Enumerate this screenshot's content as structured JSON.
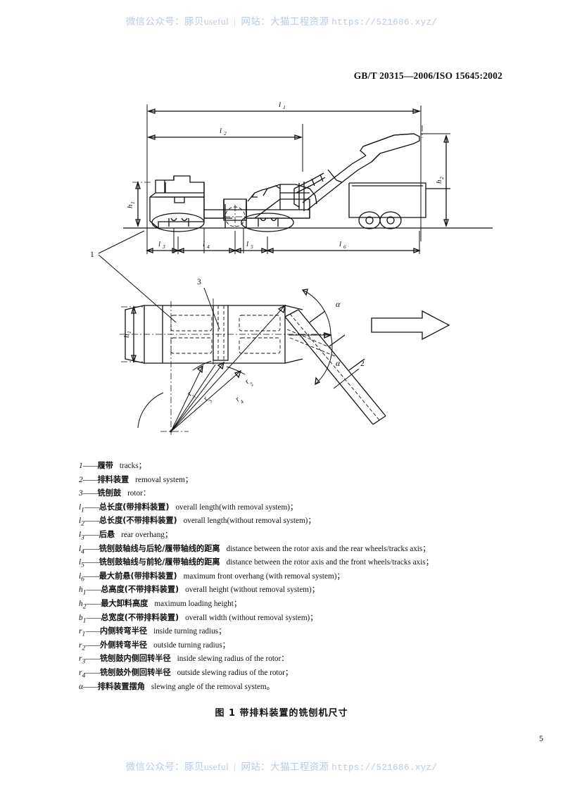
{
  "watermark": {
    "wechat_label": "微信公众号：豚贝useful",
    "separator": "|",
    "site_label": "网站：大猫工程资源",
    "url": "https://521686.xyz/"
  },
  "header": {
    "standard_code": "GB/T  20315—2006/ISO  15645:2002"
  },
  "figure": {
    "dimension_labels": {
      "l1": "l",
      "l1_sub": "1",
      "l2": "l",
      "l2_sub": "2",
      "l3": "l",
      "l3_sub": "3",
      "l4": "l",
      "l4_sub": "4",
      "l5": "l",
      "l5_sub": "5",
      "l6": "l",
      "l6_sub": "6",
      "h1": "h",
      "h1_sub": "1",
      "h2": "h",
      "h2_sub": "2",
      "b1": "b",
      "b1_sub": "1",
      "r1": "r",
      "r1_sub": "1",
      "r2": "r",
      "r2_sub": "2",
      "r3": "r",
      "r3_sub": "3",
      "r4": "r",
      "r4_sub": "4",
      "alpha_top": "α",
      "alpha_bottom": "α"
    },
    "callouts": {
      "tracks": "1",
      "removal_system": "2",
      "rotor": "3"
    }
  },
  "legend": {
    "items": [
      {
        "sym": "1",
        "sub": "",
        "cn": "履带",
        "en": "tracks；"
      },
      {
        "sym": "2",
        "sub": "",
        "cn": "排料装置",
        "en": "removal system；"
      },
      {
        "sym": "3",
        "sub": "",
        "cn": "铣刨鼓",
        "en": "rotor："
      },
      {
        "sym": "l",
        "sub": "1",
        "cn": "总长度(带排料装置)",
        "en": "overall length(with removal system)；"
      },
      {
        "sym": "l",
        "sub": "2",
        "cn": "总长度(不带排料装置)",
        "en": "overall length(without removal system)；"
      },
      {
        "sym": "l",
        "sub": "3",
        "cn": "后悬",
        "en": "rear overhang；"
      },
      {
        "sym": "l",
        "sub": "4",
        "cn": "铣刨鼓轴线与后轮/履带轴线的距离",
        "en": "distance between the rotor axis and the rear wheels/tracks axis；"
      },
      {
        "sym": "l",
        "sub": "5",
        "cn": "铣刨鼓轴线与前轮/履带轴线的距离",
        "en": "distance between the rotor axis and the front wheels/tracks axis；"
      },
      {
        "sym": "l",
        "sub": "6",
        "cn": "最大前悬(带排料装置)",
        "en": "maximum front overhang (with removal system)；"
      },
      {
        "sym": "h",
        "sub": "1",
        "cn": "总高度(不带排料装置)",
        "en": "overall height (without removal system)；"
      },
      {
        "sym": "h",
        "sub": "2",
        "cn": "最大卸料高度",
        "en": "maximum loading height；"
      },
      {
        "sym": "b",
        "sub": "1",
        "cn": "总宽度(不带排料装置)",
        "en": "overall width (without removal system)；"
      },
      {
        "sym": "r",
        "sub": "1",
        "cn": "内侧转弯半径",
        "en": "inside turning radius；"
      },
      {
        "sym": "r",
        "sub": "2",
        "cn": "外侧转弯半径",
        "en": "outside turning radius；"
      },
      {
        "sym": "r",
        "sub": "3",
        "cn": "铣刨鼓内侧回转半径",
        "en": "inside slewing radius of the rotor："
      },
      {
        "sym": "r",
        "sub": "4",
        "cn": "铣刨鼓外侧回转半径",
        "en": "outside slewing radius of the rotor；"
      },
      {
        "sym": "α",
        "sub": "",
        "cn": "排料装置摆角",
        "en": "slewing angle of the removal system。"
      }
    ]
  },
  "caption": "图 1  带排料装置的铣刨机尺寸",
  "page_number": "5",
  "colors": {
    "ink": "#111111",
    "watermark": "#b9cbe6",
    "paper": "#ffffff"
  }
}
